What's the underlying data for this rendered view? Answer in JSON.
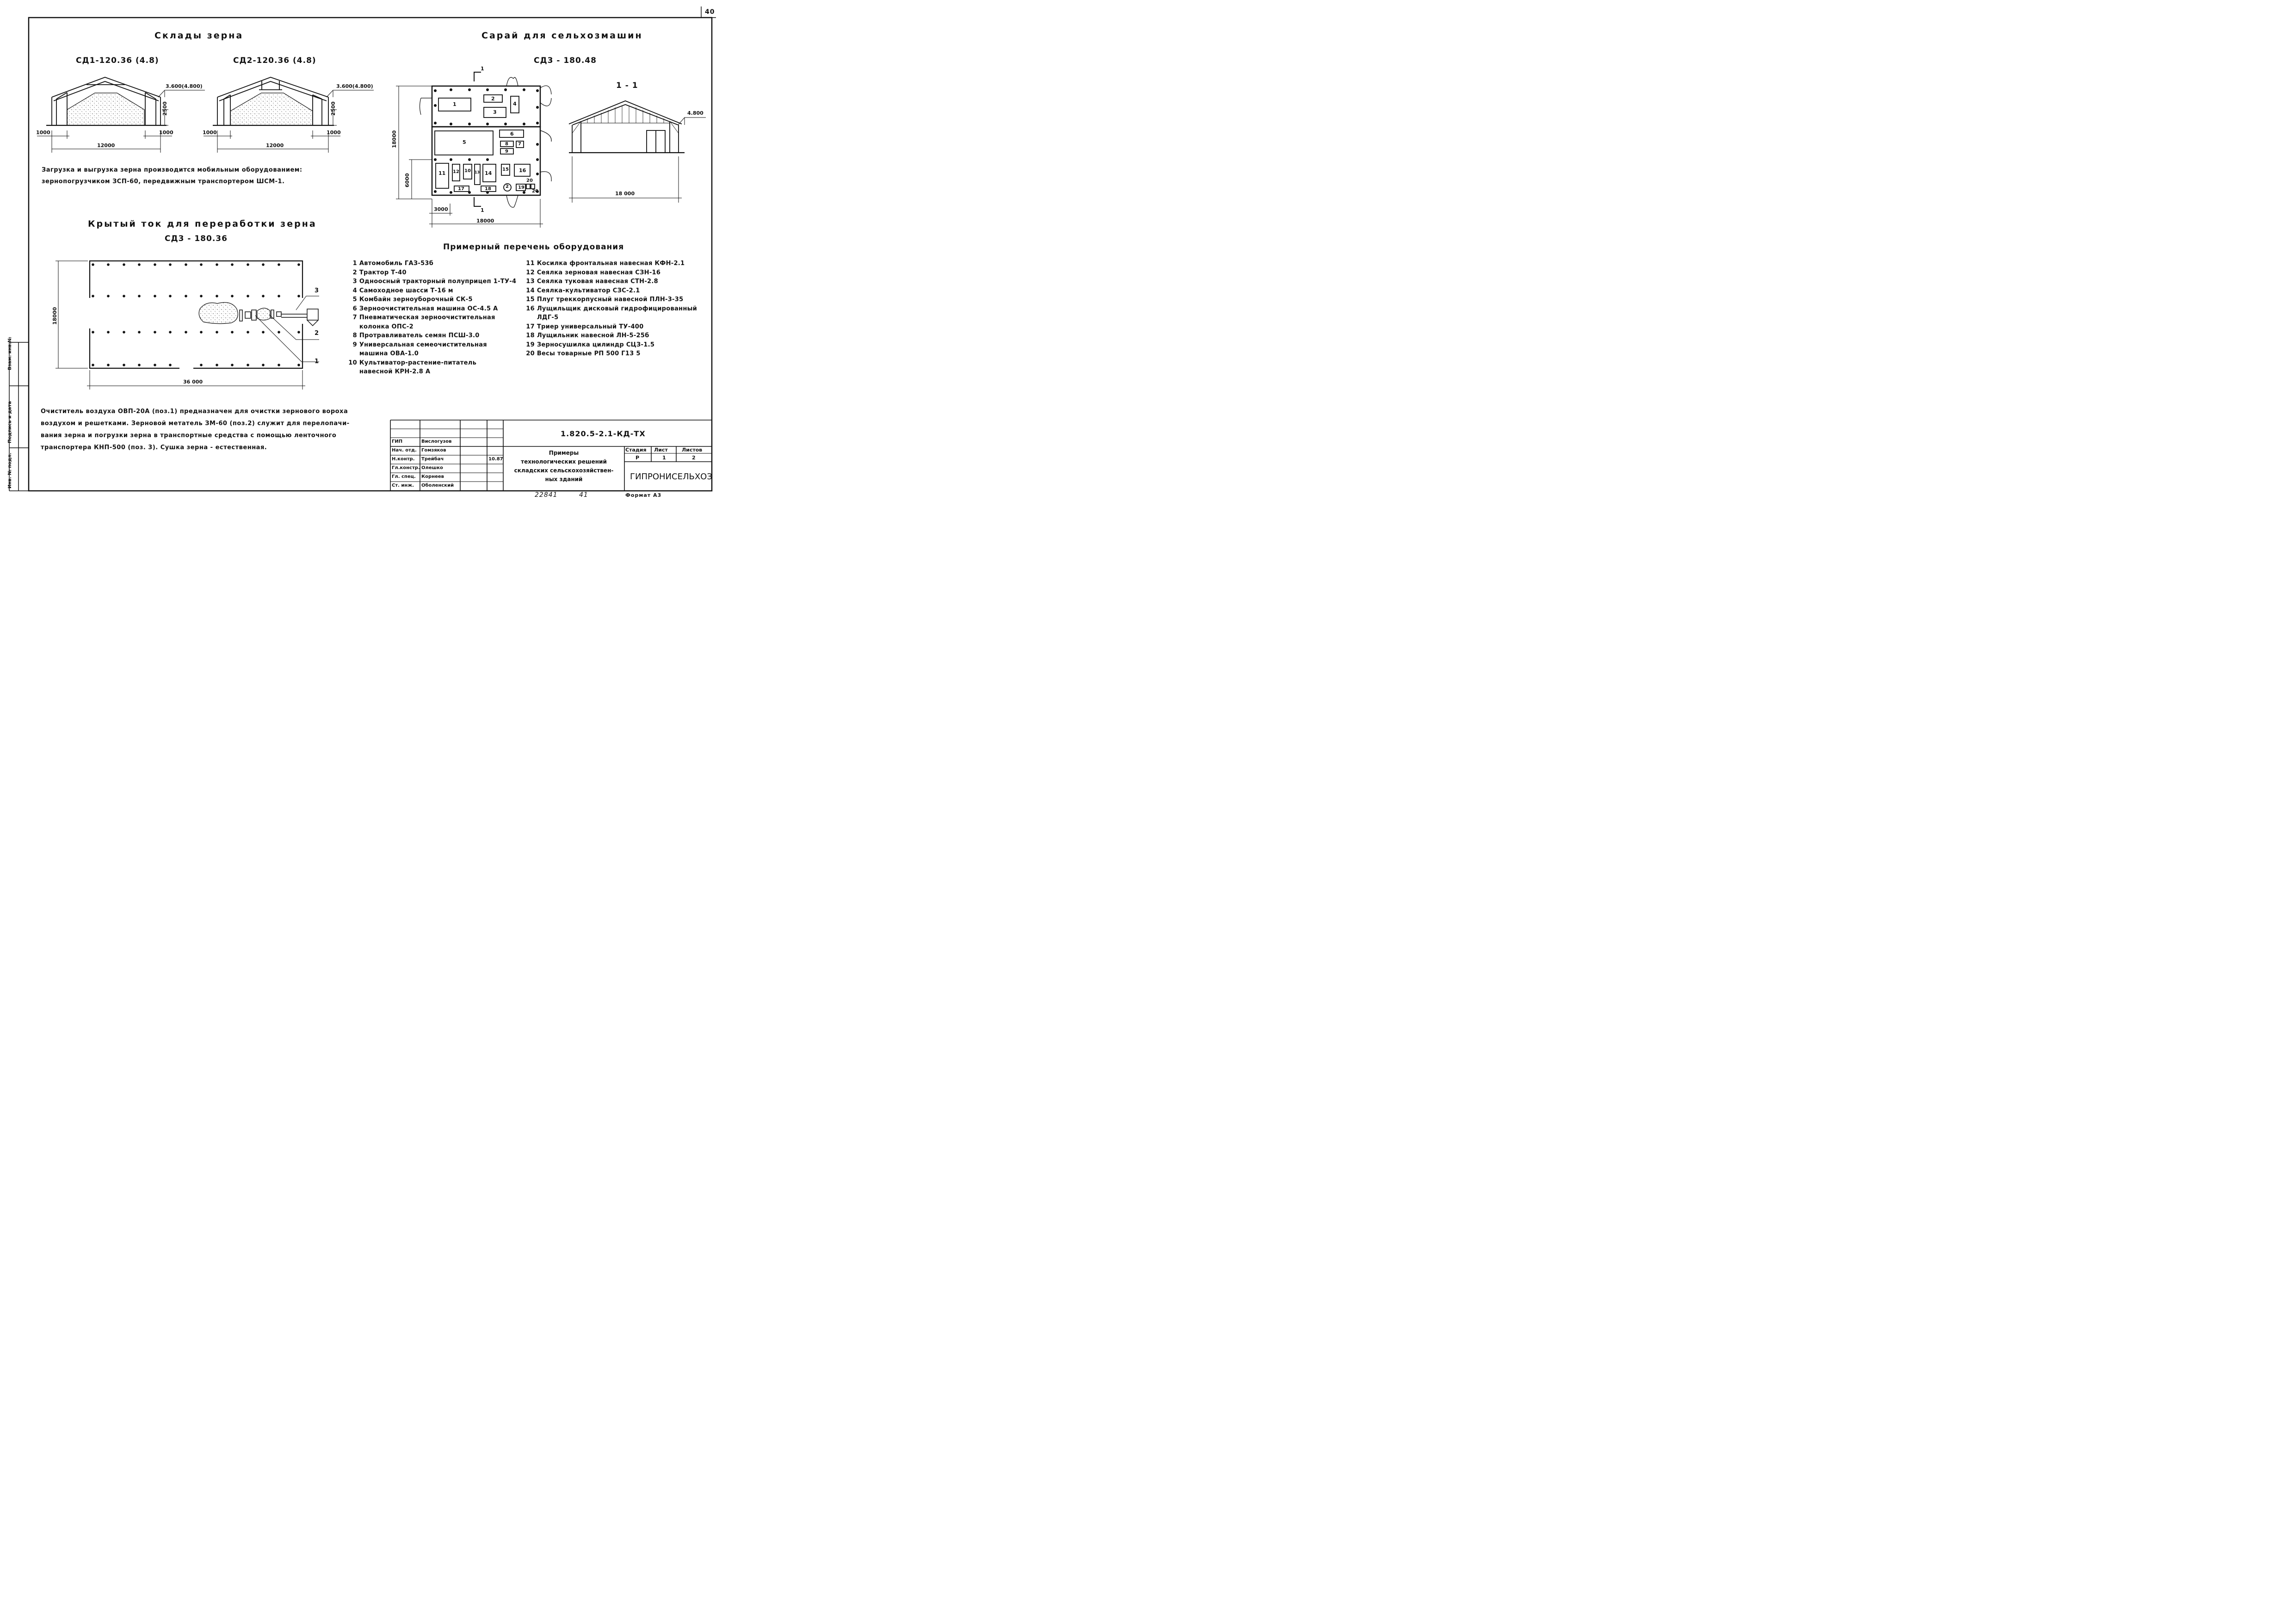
{
  "page_number": "40",
  "left_strip": {
    "inv_podl": "Инв. № подл.",
    "podpis": "Подпись и дата",
    "vzam": "Взам. инв.№"
  },
  "warehouses": {
    "title": "Склады зерна",
    "sd1": {
      "code": "СД1-120.36 (4.8)",
      "height": "3.600(4.800)",
      "side_l": "1000",
      "side_r": "1000",
      "span": "12000",
      "wall": "2500"
    },
    "sd2": {
      "code": "СД2-120.36 (4.8)",
      "height": "3.600(4.800)",
      "side_l": "1000",
      "side_r": "1000",
      "span": "12000",
      "wall": "2500"
    },
    "note_line1": "Загрузка и выгрузка зерна производится мобильным оборудованием:",
    "note_line2": "зернопогрузчиком ЗСП-60, передвижным транспортером ШСМ-1."
  },
  "barn": {
    "title": "Сарай для сельхозмашин",
    "code": "СД3 - 180.48",
    "section_mark": "1",
    "section_title": "1 - 1",
    "section_height": "4.800",
    "section_span": "18 000",
    "plan_width": "18000",
    "plan_height": "18000",
    "plan_6000": "6000",
    "plan_3000": "3000",
    "positions": [
      "1",
      "2",
      "3",
      "4",
      "5",
      "6",
      "8",
      "7",
      "9",
      "11",
      "12",
      "10",
      "13",
      "14",
      "15",
      "16",
      "20",
      "17",
      "18",
      "2",
      "19",
      "20"
    ]
  },
  "threshing": {
    "title": "Крытый ток для переработки зерна",
    "code": "СД3 - 180.36",
    "width": "36 000",
    "height": "18000",
    "callouts": [
      "3",
      "2",
      "1"
    ],
    "note_line1": "Очиститель воздуха ОВП-20А (поз.1) предназначен для очистки зернового вороха",
    "note_line2": "воздухом и решетками. Зерновой метатель ЗМ-60 (поз.2) служит для перелопачи-",
    "note_line3": "вания зерна и погрузки зерна в транспортные средства с помощью ленточного",
    "note_line4": "транспортера КНП-500 (поз. 3). Сушка зерна - естественная."
  },
  "equipment": {
    "title": "Примерный перечень оборудования",
    "left": [
      {
        "n": "1",
        "t": "Автомобиль ГАЗ-53б"
      },
      {
        "n": "2",
        "t": "Трактор Т-40"
      },
      {
        "n": "3",
        "t": "Одноосный тракторный полуприцеп 1-ТУ-4"
      },
      {
        "n": "4",
        "t": "Самоходное шасси Т-16 м"
      },
      {
        "n": "5",
        "t": "Комбайн зерноуборочный СК-5"
      },
      {
        "n": "6",
        "t": "Зерноочистительная машина ОС-4.5 А"
      },
      {
        "n": "7",
        "t": "Пневматическая зерноочистительная"
      },
      {
        "n": "",
        "t": "колонка ОПС-2"
      },
      {
        "n": "8",
        "t": "Протравливатель семян ПСШ-3.0"
      },
      {
        "n": "9",
        "t": "Универсальная семеочистительная"
      },
      {
        "n": "",
        "t": "машина ОВА-1.0"
      },
      {
        "n": "10",
        "t": "Культиватор-растение-питатель"
      },
      {
        "n": "",
        "t": "навесной КРН-2.8 А"
      }
    ],
    "right": [
      {
        "n": "11",
        "t": "Косилка фронтальная навесная КФН-2.1"
      },
      {
        "n": "12",
        "t": "Сеялка зерновая навесная СЗН-16"
      },
      {
        "n": "13",
        "t": "Сеялка туковая навесная СТН-2.8"
      },
      {
        "n": "14",
        "t": "Сеялка-культиватор СЗС-2.1"
      },
      {
        "n": "15",
        "t": "Плуг треккорпусный навесной ПЛН-3-35"
      },
      {
        "n": "16",
        "t": "Лущильщик дисковый гидрофицированный"
      },
      {
        "n": "",
        "t": "ЛДГ-5"
      },
      {
        "n": "17",
        "t": "Триер универсальный ТУ-400"
      },
      {
        "n": "18",
        "t": "Лущильник навесной ЛН-5-25б"
      },
      {
        "n": "19",
        "t": "Зерносушилка цилиндр СЦЗ-1.5"
      },
      {
        "n": "20",
        "t": "Весы товарные РП 500 Г13 5"
      }
    ]
  },
  "stamp": {
    "doc_code": "1.820.5-2.1-КД-ТХ",
    "title_lines": [
      "Примеры",
      "технологических решений",
      "складских сельскохозяйствен-",
      "ных зданий"
    ],
    "roles": [
      {
        "role": "ГИП",
        "name": "Вислогузов"
      },
      {
        "role": "Нач. отд.",
        "name": "Гомзяков"
      },
      {
        "role": "Н.контр.",
        "name": "Трейбач"
      },
      {
        "role": "Гл.констр.",
        "name": "Олешко"
      },
      {
        "role": "Гл. спец.",
        "name": "Корнеев"
      },
      {
        "role": "Ст. инж.",
        "name": "Оболенский"
      }
    ],
    "date": "10.87",
    "stage_label": "Стадия",
    "sheet_label": "Лист",
    "sheets_label": "Листов",
    "stage": "Р",
    "sheet": "1",
    "sheets": "2",
    "org": "ГИПРОНИСЕЛЬХОЗ",
    "footer_num": "22841",
    "footer_page": "41",
    "format": "Формат А3"
  }
}
